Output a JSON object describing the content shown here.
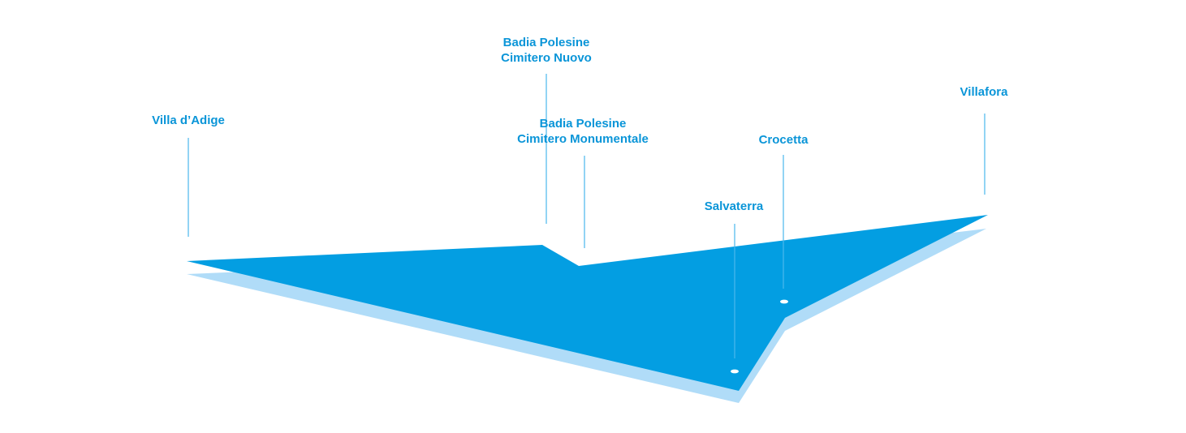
{
  "map": {
    "colors": {
      "shape_fill": "#039ee2",
      "shape_shadow": "#b0dcf8",
      "label_text": "#0a95d8",
      "leader_line": "#4ab8ec",
      "marker": "#ffffff"
    },
    "places": [
      {
        "id": "villa-dadige",
        "lines": [
          "Villa d’Adige"
        ]
      },
      {
        "id": "badia-polesine-cimitero-nuovo",
        "lines": [
          "Badia Polesine",
          "Cimitero Nuovo"
        ]
      },
      {
        "id": "badia-polesine-cimitero-monumentale",
        "lines": [
          "Badia Polesine",
          "Cimitero Monumentale"
        ]
      },
      {
        "id": "salvaterra",
        "lines": [
          "Salvaterra"
        ]
      },
      {
        "id": "crocetta",
        "lines": [
          "Crocetta"
        ]
      },
      {
        "id": "villafora",
        "lines": [
          "Villafora"
        ]
      }
    ]
  }
}
